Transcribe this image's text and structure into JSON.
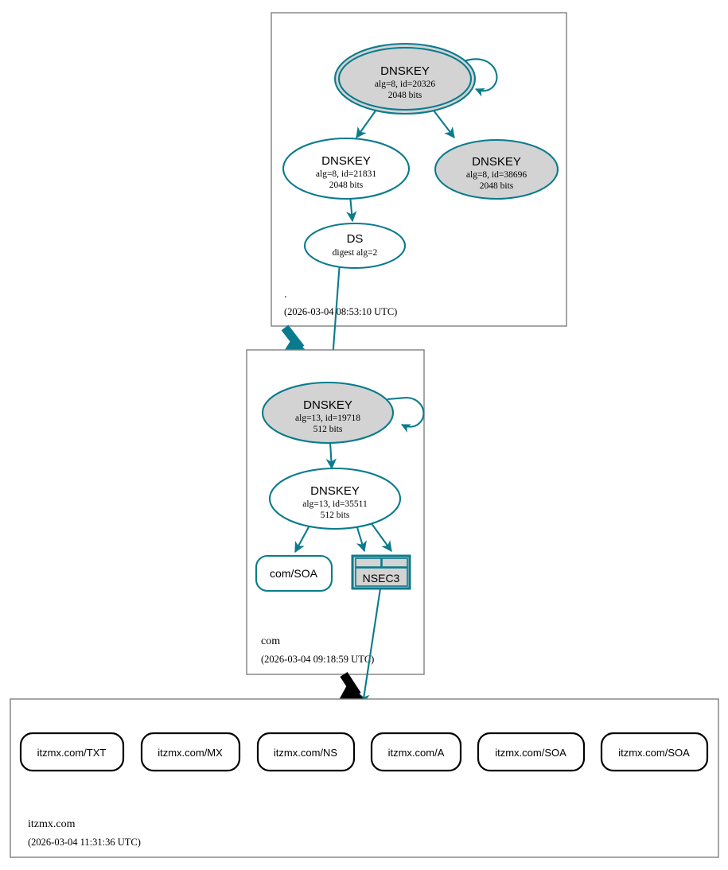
{
  "diagram": {
    "title": "DNSSEC authentication chain for itzmx.com",
    "colors": {
      "secure": "#0a7b8c",
      "insecure": "#000000",
      "key_fill": "#d3d3d3",
      "zone_border": "#808080",
      "background": "#ffffff"
    }
  },
  "zones": [
    {
      "id": "root",
      "name": ".",
      "timestamp": "(2026-03-04 08:53:10 UTC)",
      "nodes": [
        {
          "id": "root-ksk",
          "kind": "DNSKEY",
          "title": "DNSKEY",
          "line2": "alg=8, id=20326",
          "line3": "2048 bits",
          "alg": "8",
          "key_id": "20326",
          "bits": "2048",
          "shape": "double-ellipse",
          "fill": "#d3d3d3",
          "self_signed": true
        },
        {
          "id": "root-zsk",
          "kind": "DNSKEY",
          "title": "DNSKEY",
          "line2": "alg=8, id=21831",
          "line3": "2048 bits",
          "alg": "8",
          "key_id": "21831",
          "bits": "2048",
          "shape": "ellipse",
          "fill": "#ffffff",
          "self_signed": false
        },
        {
          "id": "root-other",
          "kind": "DNSKEY",
          "title": "DNSKEY",
          "line2": "alg=8, id=38696",
          "line3": "2048 bits",
          "alg": "8",
          "key_id": "38696",
          "bits": "2048",
          "shape": "ellipse",
          "fill": "#d3d3d3",
          "self_signed": false
        },
        {
          "id": "root-ds",
          "kind": "DS",
          "title": "DS",
          "line2": "digest alg=2",
          "line3": "",
          "digest_alg": "2",
          "shape": "ellipse",
          "fill": "#ffffff",
          "self_signed": false
        }
      ]
    },
    {
      "id": "com",
      "name": "com",
      "timestamp": "(2026-03-04 09:18:59 UTC)",
      "nodes": [
        {
          "id": "com-ksk",
          "kind": "DNSKEY",
          "title": "DNSKEY",
          "line2": "alg=13, id=19718",
          "line3": "512 bits",
          "alg": "13",
          "key_id": "19718",
          "bits": "512",
          "shape": "ellipse",
          "fill": "#d3d3d3",
          "self_signed": true
        },
        {
          "id": "com-zsk",
          "kind": "DNSKEY",
          "title": "DNSKEY",
          "line2": "alg=13, id=35511",
          "line3": "512 bits",
          "alg": "13",
          "key_id": "35511",
          "bits": "512",
          "shape": "ellipse",
          "fill": "#ffffff",
          "self_signed": false
        },
        {
          "id": "com-soa",
          "kind": "RRset",
          "title": "com/SOA",
          "shape": "rounded-rect",
          "fill": "#ffffff",
          "border": "#0a7b8c"
        },
        {
          "id": "com-nsec3",
          "kind": "NSEC3",
          "title": "NSEC3",
          "shape": "table",
          "fill": "#d3d3d3",
          "border": "#0a7b8c"
        }
      ]
    },
    {
      "id": "itzmx",
      "name": "itzmx.com",
      "timestamp": "(2026-03-04 11:31:36 UTC)",
      "nodes": [
        {
          "id": "itzmx-txt",
          "kind": "RRset",
          "title": "itzmx.com/TXT",
          "shape": "rounded-rect",
          "fill": "#ffffff",
          "border": "#000000"
        },
        {
          "id": "itzmx-mx",
          "kind": "RRset",
          "title": "itzmx.com/MX",
          "shape": "rounded-rect",
          "fill": "#ffffff",
          "border": "#000000"
        },
        {
          "id": "itzmx-ns",
          "kind": "RRset",
          "title": "itzmx.com/NS",
          "shape": "rounded-rect",
          "fill": "#ffffff",
          "border": "#000000"
        },
        {
          "id": "itzmx-a",
          "kind": "RRset",
          "title": "itzmx.com/A",
          "shape": "rounded-rect",
          "fill": "#ffffff",
          "border": "#000000"
        },
        {
          "id": "itzmx-soa1",
          "kind": "RRset",
          "title": "itzmx.com/SOA",
          "shape": "rounded-rect",
          "fill": "#ffffff",
          "border": "#000000"
        },
        {
          "id": "itzmx-soa2",
          "kind": "RRset",
          "title": "itzmx.com/SOA",
          "shape": "rounded-rect",
          "fill": "#ffffff",
          "border": "#000000"
        }
      ]
    }
  ],
  "edges": [
    {
      "from": "root-ksk",
      "to": "root-ksk",
      "type": "self-sign",
      "color": "#0a7b8c"
    },
    {
      "from": "root-ksk",
      "to": "root-zsk",
      "type": "signs",
      "color": "#0a7b8c"
    },
    {
      "from": "root-ksk",
      "to": "root-other",
      "type": "signs",
      "color": "#0a7b8c"
    },
    {
      "from": "root-zsk",
      "to": "root-ds",
      "type": "signs",
      "color": "#0a7b8c"
    },
    {
      "from": "root-ds",
      "to": "com-ksk",
      "type": "ds-to-key",
      "color": "#0a7b8c"
    },
    {
      "from": "root",
      "to": "com",
      "type": "delegation",
      "color": "#0a7b8c"
    },
    {
      "from": "com-ksk",
      "to": "com-ksk",
      "type": "self-sign",
      "color": "#0a7b8c"
    },
    {
      "from": "com-ksk",
      "to": "com-zsk",
      "type": "signs",
      "color": "#0a7b8c"
    },
    {
      "from": "com-zsk",
      "to": "com-soa",
      "type": "signs",
      "color": "#0a7b8c"
    },
    {
      "from": "com-zsk",
      "to": "com-nsec3",
      "type": "signs",
      "color": "#0a7b8c"
    },
    {
      "from": "com-zsk",
      "to": "com-nsec3",
      "type": "signs",
      "color": "#0a7b8c"
    },
    {
      "from": "com-nsec3",
      "to": "itzmx",
      "type": "nsec3-proof",
      "color": "#0a7b8c"
    },
    {
      "from": "com",
      "to": "itzmx",
      "type": "delegation-insecure",
      "color": "#000000"
    }
  ]
}
